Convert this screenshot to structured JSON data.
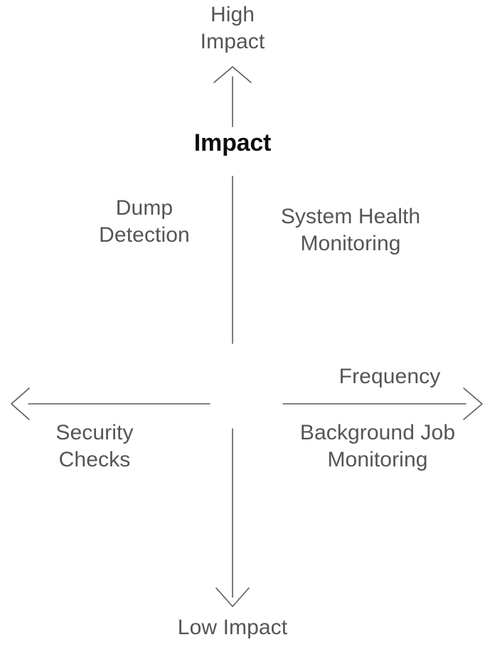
{
  "diagram": {
    "type": "quadrant",
    "background_color": "#ffffff",
    "line_color": "#5c5c5c",
    "label_color": "#555555",
    "axis_name_color": "#0d0d0d",
    "axes": {
      "vertical": {
        "name": "Impact",
        "high_end_label": "High\nImpact",
        "low_end_label": "Low Impact"
      },
      "horizontal": {
        "name": "Frequency",
        "direction": "both"
      }
    },
    "quadrants": [
      {
        "position": "upper-left",
        "label": "Dump\nDetection"
      },
      {
        "position": "upper-right",
        "label": "System Health\nMonitoring"
      },
      {
        "position": "lower-left",
        "label": "Security\nChecks"
      },
      {
        "position": "lower-right",
        "label": "Background Job\nMonitoring"
      }
    ]
  }
}
